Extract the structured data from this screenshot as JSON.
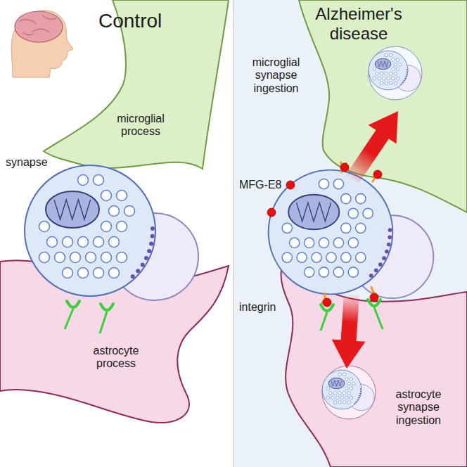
{
  "diagram": {
    "nodes": [
      {
        "text": [
          "Control"
        ]
      },
      {
        "text": [
          "Alzheimer's disease"
        ]
      },
      {
        "text": [
          "microglial process"
        ],
        "in": 0
      },
      {
        "text": [
          "synapse"
        ],
        "in": 0
      },
      {
        "text": [
          "astrocyte process"
        ],
        "in": 0
      },
      {
        "text": [
          "microglial synapse ingestion"
        ],
        "in": 1
      },
      {
        "text": [
          "astrocyte synapse ingestion"
        ],
        "in": 1
      }
    ],
    "labels": [
      "MFG-E8",
      "integrin"
    ]
  }
}
